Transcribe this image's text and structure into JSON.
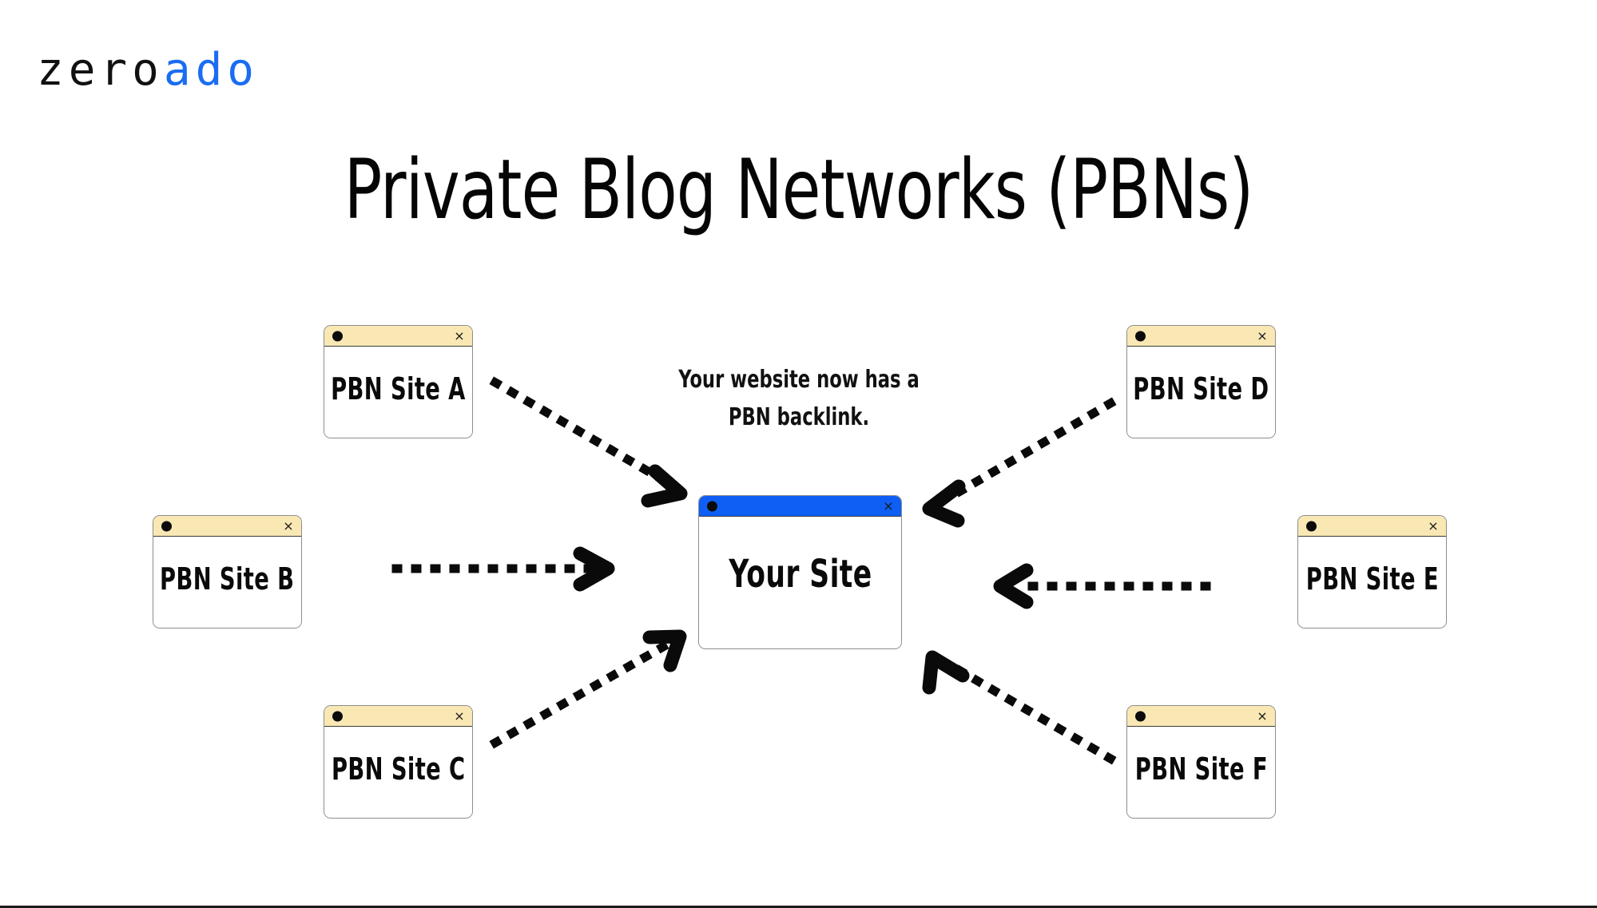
{
  "brand": {
    "name_dark": "zero",
    "name_accent": "ado",
    "accent_color": "#1a6cf2"
  },
  "title": "Private Blog Networks (PBNs)",
  "caption": {
    "line1": "Your website now has a",
    "line2": "PBN backlink."
  },
  "colors": {
    "pbn_titlebar": "#f9e8b4",
    "main_titlebar": "#0f5ff5",
    "window_border": "#8d8d8d",
    "text": "#0a0a0a",
    "background": "#ffffff"
  },
  "windows": {
    "main": {
      "label": "Your Site",
      "titlebar_color": "#0f5ff5",
      "close_glyph": "×"
    },
    "pbn": [
      {
        "label": "PBN Site A",
        "close_glyph": "×",
        "titlebar_color": "#f9e8b4"
      },
      {
        "label": "PBN Site B",
        "close_glyph": "×",
        "titlebar_color": "#f9e8b4"
      },
      {
        "label": "PBN Site C",
        "close_glyph": "×",
        "titlebar_color": "#f9e8b4"
      },
      {
        "label": "PBN Site D",
        "close_glyph": "×",
        "titlebar_color": "#f9e8b4"
      },
      {
        "label": "PBN Site E",
        "close_glyph": "×",
        "titlebar_color": "#f9e8b4"
      },
      {
        "label": "PBN Site F",
        "close_glyph": "×",
        "titlebar_color": "#f9e8b4"
      }
    ]
  },
  "connections": [
    {
      "from": "PBN Site A",
      "to": "Your Site",
      "style": "dotted",
      "direction": "down-right"
    },
    {
      "from": "PBN Site B",
      "to": "Your Site",
      "style": "dotted",
      "direction": "right"
    },
    {
      "from": "PBN Site C",
      "to": "Your Site",
      "style": "dotted",
      "direction": "up-right"
    },
    {
      "from": "PBN Site D",
      "to": "Your Site",
      "style": "dotted",
      "direction": "down-left"
    },
    {
      "from": "PBN Site E",
      "to": "Your Site",
      "style": "dotted",
      "direction": "left"
    },
    {
      "from": "PBN Site F",
      "to": "Your Site",
      "style": "dotted",
      "direction": "up-left"
    }
  ]
}
